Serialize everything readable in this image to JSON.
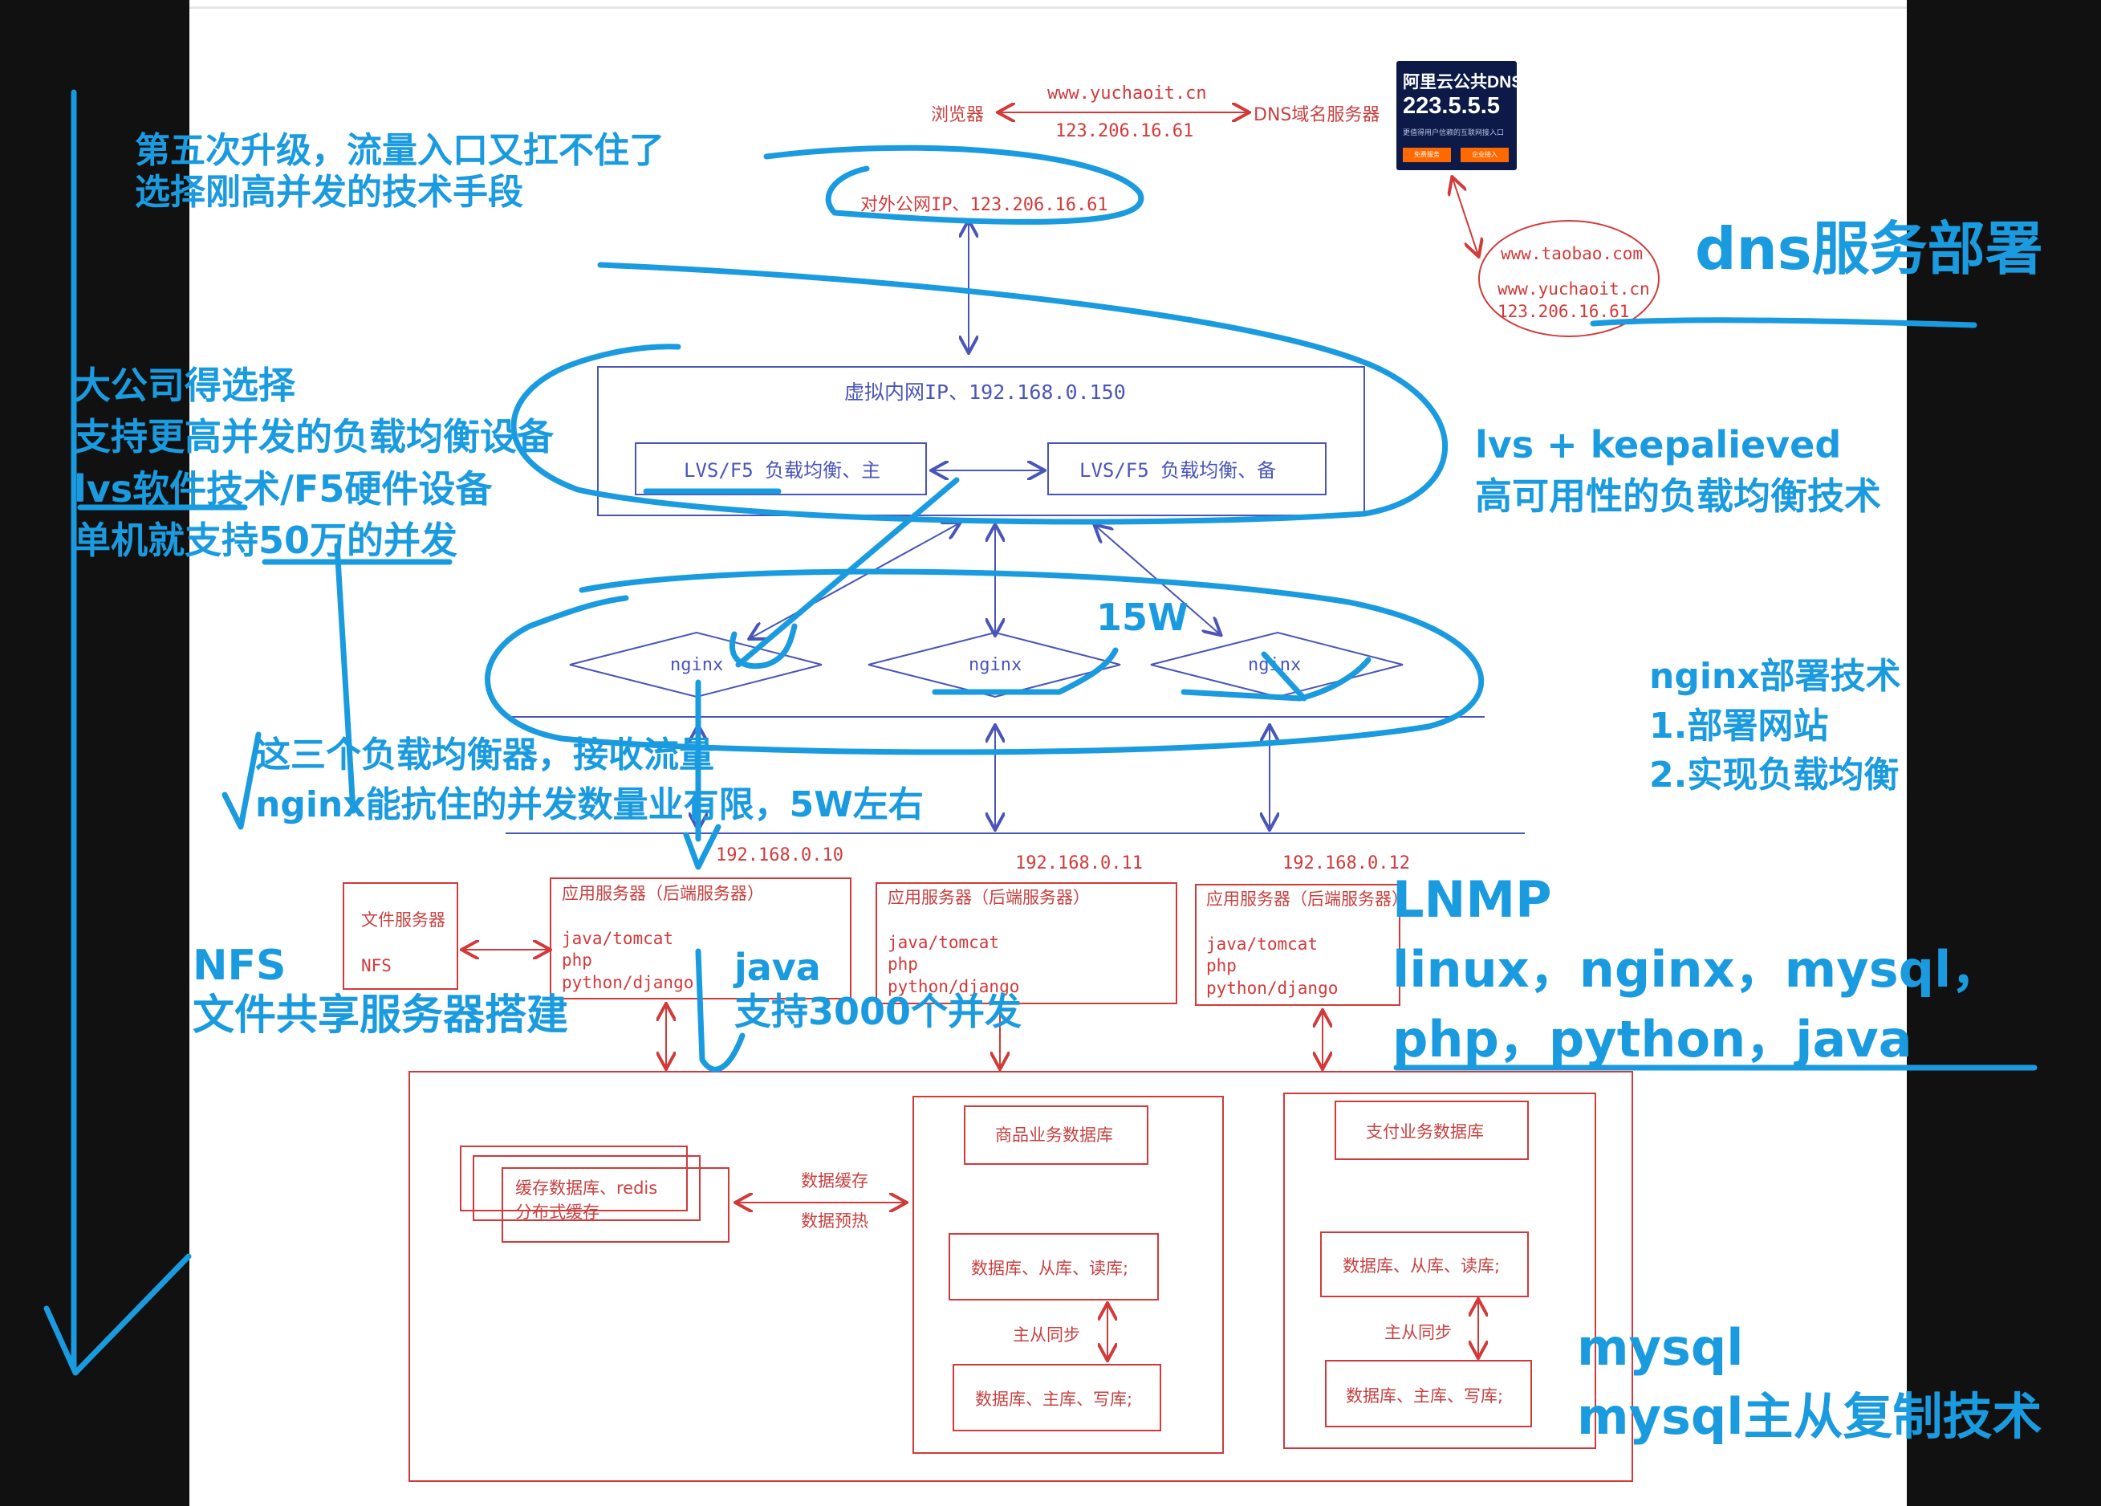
{
  "diagram": {
    "browser": "浏览器",
    "domain_top": "www.yuchaoit.cn",
    "ip_top": "123.206.16.61",
    "dns_server": "DNS域名服务器",
    "public_ip": "对外公网IP、123.206.16.61",
    "dns_card": {
      "title": "阿里云公共DNS",
      "ip": "223.5.5.5",
      "desc": "更值得用户信赖的互联网接入口",
      "btn1": "免费服务",
      "btn2": "企业接入"
    },
    "dns_records": [
      "www.taobao.com",
      "www.yuchaoit.cn",
      "123.206.16.61"
    ],
    "vip": "虚拟内网IP、192.168.0.150",
    "lvs_master": "LVS/F5 负载均衡、主",
    "lvs_backup": "LVS/F5 负载均衡、备",
    "nginx_nodes": [
      "nginx",
      "nginx",
      "nginx"
    ],
    "server_ips": [
      "192.168.0.10",
      "192.168.0.11",
      "192.168.0.12"
    ],
    "file_server": {
      "title": "文件服务器",
      "sub": "NFS"
    },
    "app_servers": [
      {
        "title": "应用服务器（后端服务器）",
        "l1": "java/tomcat",
        "l2": "php",
        "l3": "python/django"
      },
      {
        "title": "应用服务器（后端服务器）",
        "l1": "java/tomcat",
        "l2": "php",
        "l3": "python/django"
      },
      {
        "title": "应用服务器（后端服务器）",
        "l1": "java/tomcat",
        "l2": "php",
        "l3": "python/django"
      }
    ],
    "cache_db": {
      "l1": "缓存数据库、redis",
      "l2": "分布式缓存"
    },
    "cache_ops": [
      "数据缓存",
      "数据预热"
    ],
    "product_db": "商品业务数据库",
    "payment_db": "支付业务数据库",
    "slave_db": "数据库、从库、读库;",
    "sync_label": "主从同步",
    "master_db": "数据库、主库、写库;"
  },
  "annotations": {
    "upgrade": [
      "第五次升级，流量入口又扛不住了",
      "选择刚高并发的技术手段"
    ],
    "dns_deploy": "dns服务部署",
    "big_company": [
      "大公司得选择",
      "支持更高并发的负载均衡设备",
      "lvs软件技术/F5硬件设备",
      "单机就支持50万的并发"
    ],
    "lvs_ha": [
      "lvs + keepalieved",
      "高可用性的负载均衡技术"
    ],
    "count_15w": "15W",
    "nginx_deploy": [
      "nginx部署技术",
      "1.部署网站",
      "2.实现负载均衡"
    ],
    "three_lb": [
      "这三个负载均衡器，接收流量",
      "nginx能抗住的并发数量业有限，5W左右"
    ],
    "nfs": [
      "NFS",
      "文件共享服务器搭建"
    ],
    "java": [
      "java",
      "支持3000个并发"
    ],
    "lnmp": [
      "LNMP",
      "linux，nginx，mysql，",
      "php，python，java"
    ],
    "mysql": [
      "mysql",
      "mysql主从复制技术"
    ]
  },
  "colors": {
    "ink_red": "#d23a3a",
    "ink_blue": "#4a55b8",
    "marker": "#1a9be0"
  }
}
